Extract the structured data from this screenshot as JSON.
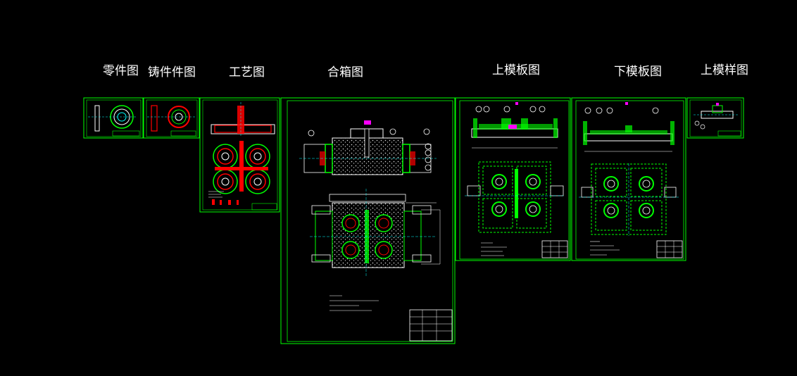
{
  "drawing_titles": {
    "part": "零件图",
    "casting": "铸件件图",
    "process": "工艺图",
    "mold_assembly": "合箱图",
    "upper_plate": "上模板图",
    "lower_plate": "下模板图",
    "upper_sample": "上模样图"
  },
  "colors": {
    "background": "#000000",
    "frame": "#00ff00",
    "outline": "#ffffff",
    "feature": "#ff0000",
    "centerline": "#00ffff",
    "highlight": "#ff00ff",
    "dimension": "#ffff00"
  }
}
